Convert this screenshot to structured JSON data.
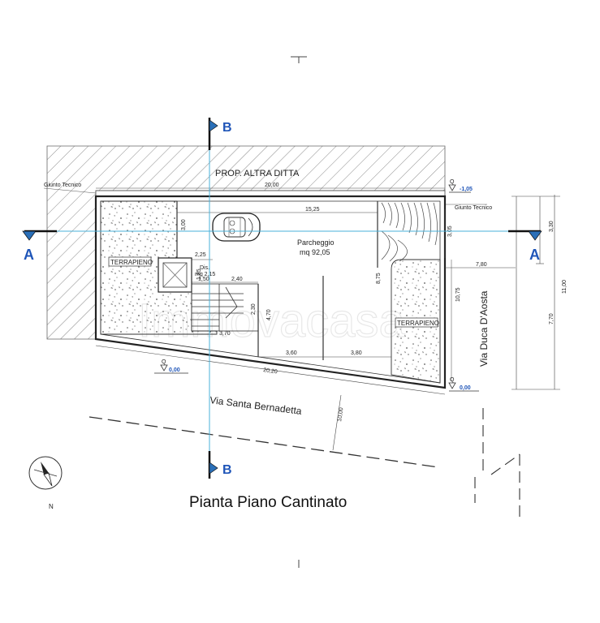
{
  "drawing": {
    "title": "Pianta Piano Cantinato",
    "watermark": "Immovacasa",
    "north_label": "N",
    "labels": {
      "neighbor": "PROP. ALTRA DITTA",
      "joint_left": "Giunto Tecnico",
      "joint_right": "Giunto Tecnico",
      "parking_name": "Parcheggio",
      "parking_area": "mq 92,05",
      "fill_left": "TERRAPIENO",
      "fill_right": "TERRAPIENO",
      "storage_name": "Dis.",
      "storage_area": "mq 2,15",
      "street_south": "Via Santa Bernadetta",
      "street_east": "Via Duca D'Aosta"
    },
    "section_markers": {
      "a_left": "A",
      "a_right": "A",
      "b_top": "B",
      "b_bottom": "B"
    },
    "elevations": {
      "top": "-1,05",
      "left": "0,00",
      "right": "0,00",
      "q_top": "Q",
      "q_left": "Q",
      "q_right": "Q"
    },
    "dimensions": {
      "top_width": "20,00",
      "inner_width": "15,25",
      "parking_height": "3,00",
      "ramp_height": "3,05",
      "offset": "2,25",
      "stair_h": "1,85",
      "d_150": "1,50",
      "d_240": "2,40",
      "d_470": "4,70",
      "d_875": "8,75",
      "d_1075": "10,75",
      "d_780": "7,80",
      "d_230": "2,30",
      "d_370": "3,70",
      "bay_left": "3,60",
      "bay_right": "3,80",
      "bottom_width": "20,20",
      "street_width": "10,00",
      "right_330": "3,30",
      "right_1100": "11,00",
      "right_770": "7,70"
    }
  }
}
